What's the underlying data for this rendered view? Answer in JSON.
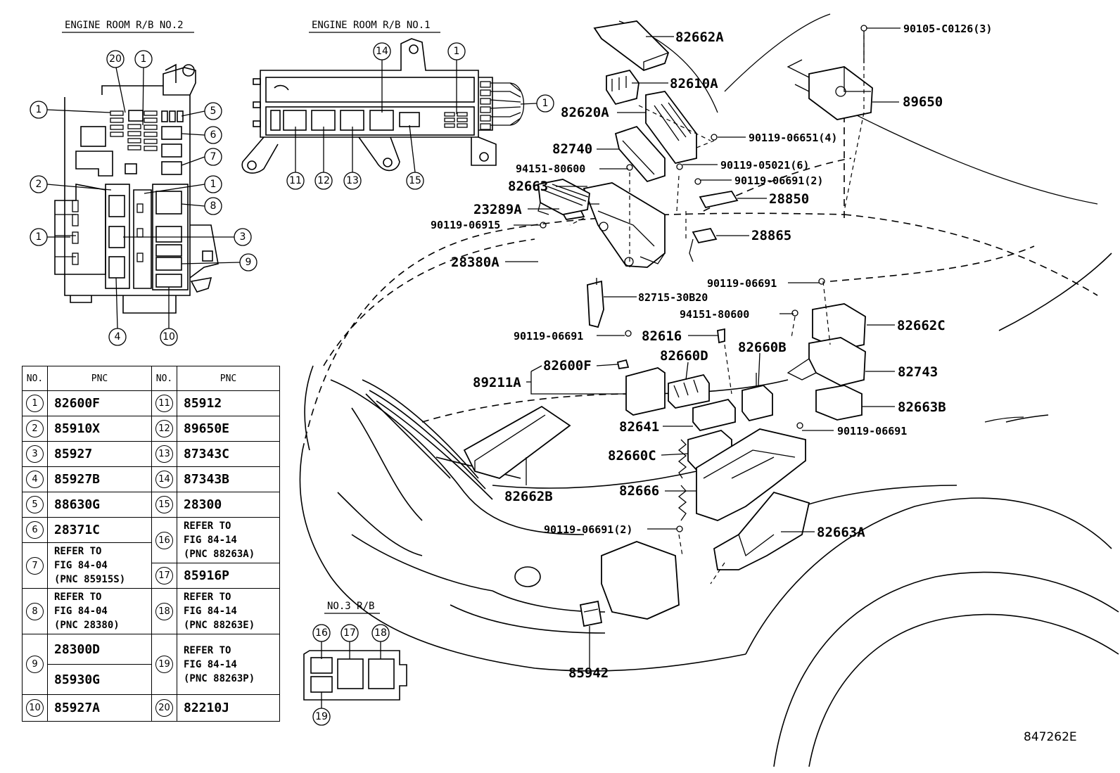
{
  "titles": {
    "rb2": "ENGINE ROOM R/B NO.2",
    "rb1": "ENGINE ROOM R/B NO.1",
    "rb3": "NO.3 R/B"
  },
  "drawing_id": "847262E",
  "table": {
    "headers": [
      "NO.",
      "PNC",
      "NO.",
      "PNC"
    ],
    "left": [
      {
        "no": "1",
        "pnc": [
          "82600F"
        ]
      },
      {
        "no": "2",
        "pnc": [
          "85910X"
        ]
      },
      {
        "no": "3",
        "pnc": [
          "85927"
        ]
      },
      {
        "no": "4",
        "pnc": [
          "85927B"
        ]
      },
      {
        "no": "5",
        "pnc": [
          "88630G"
        ]
      },
      {
        "no": "6",
        "pnc": [
          "28371C"
        ]
      },
      {
        "no": "7",
        "pnc": [
          "REFER TO",
          "FIG 84-04",
          "(PNC 85915S)"
        ]
      },
      {
        "no": "8",
        "pnc": [
          "REFER TO",
          "FIG 84-04",
          "(PNC 28380)"
        ]
      },
      {
        "no": "9",
        "pnc": [
          "28300D",
          "85930G"
        ]
      },
      {
        "no": "10",
        "pnc": [
          "85927A"
        ]
      }
    ],
    "right": [
      {
        "no": "11",
        "pnc": [
          "85912"
        ]
      },
      {
        "no": "12",
        "pnc": [
          "89650E"
        ]
      },
      {
        "no": "13",
        "pnc": [
          "87343C"
        ]
      },
      {
        "no": "14",
        "pnc": [
          "87343B"
        ]
      },
      {
        "no": "15",
        "pnc": [
          "28300"
        ]
      },
      {
        "no": "16",
        "pnc": [
          "REFER TO",
          "FIG 84-14",
          "(PNC 88263A)"
        ]
      },
      {
        "no": "17",
        "pnc": [
          "85916P"
        ]
      },
      {
        "no": "18",
        "pnc": [
          "REFER TO",
          "FIG 84-14",
          "(PNC 88263E)"
        ]
      },
      {
        "no": "19",
        "pnc": [
          "REFER TO",
          "FIG 84-14",
          "(PNC 88263P)"
        ]
      },
      {
        "no": "20",
        "pnc": [
          "82210J"
        ]
      }
    ]
  },
  "callouts_rb2": [
    "20",
    "1",
    "1",
    "5",
    "6",
    "7",
    "2",
    "1",
    "8",
    "1",
    "3",
    "9",
    "4",
    "10"
  ],
  "callouts_rb1": [
    "14",
    "1",
    "1",
    "11",
    "12",
    "13",
    "15"
  ],
  "callouts_rb3": [
    "16",
    "17",
    "18",
    "19"
  ],
  "part_labels": {
    "p82662A": "82662A",
    "p82610A": "82610A",
    "p82620A": "82620A",
    "p82740": "82740",
    "p94151a": "94151-80600",
    "p82663": "82663",
    "p23289A": "23289A",
    "p90119_06915": "90119-06915",
    "p28380A": "28380A",
    "p90105": "90105-C0126(3)",
    "p89650": "89650",
    "p90119_06651": "90119-06651(4)",
    "p90119_05021": "90119-05021(6)",
    "p90119_06691_2a": "90119-06691(2)",
    "p28850": "28850",
    "p28865": "28865",
    "p90119_06691a": "90119-06691",
    "p82715": "82715-30B20",
    "p94151b": "94151-80600",
    "p82662C": "82662C",
    "p90119_06691b": "90119-06691",
    "p82616": "82616",
    "p82660D": "82660D",
    "p82660B": "82660B",
    "p82743": "82743",
    "p89211A": "89211A",
    "p82600F": "82600F",
    "p82663B": "82663B",
    "p82641": "82641",
    "p90119_06691c": "90119-06691",
    "p82660C": "82660C",
    "p82666": "82666",
    "p82662B": "82662B",
    "p90119_06691_2b": "90119-06691(2)",
    "p82663A": "82663A",
    "p85942": "85942"
  }
}
